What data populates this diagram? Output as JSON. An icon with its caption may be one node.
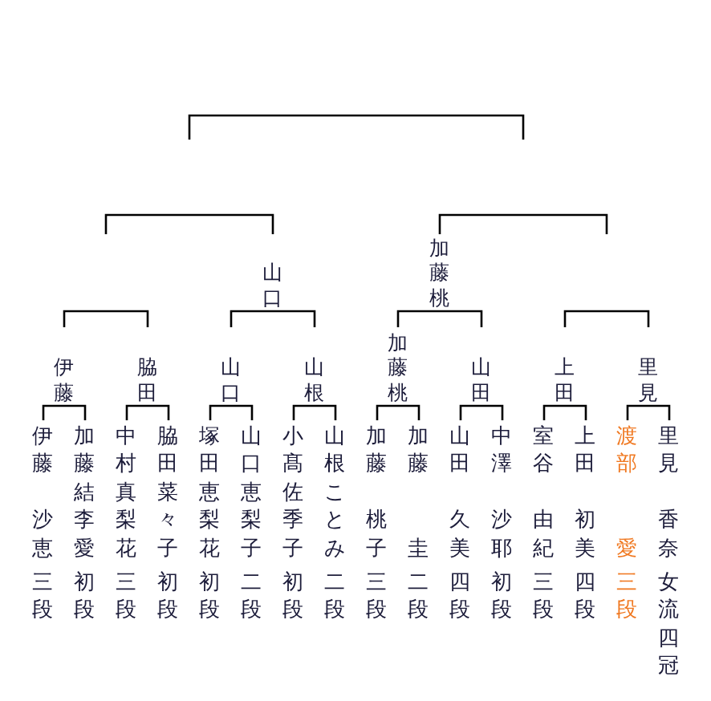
{
  "diagram": {
    "nodes": [
      {
        "text": [
          "山口"
        ]
      },
      {
        "text": [
          "加藤桃"
        ]
      },
      {
        "text": [
          "伊藤"
        ]
      },
      {
        "text": [
          "脇田"
        ]
      },
      {
        "text": [
          "山口"
        ]
      },
      {
        "text": [
          "山根"
        ]
      },
      {
        "text": [
          "加藤桃"
        ]
      },
      {
        "text": [
          "山田"
        ]
      },
      {
        "text": [
          "上田"
        ]
      },
      {
        "text": [
          "里見"
        ]
      },
      {
        "text": [
          "伊藤",
          "沙恵",
          "三段"
        ]
      },
      {
        "text": [
          "加藤",
          "結李愛",
          "初段"
        ]
      },
      {
        "text": [
          "中村",
          "真梨花",
          "三段"
        ]
      },
      {
        "text": [
          "脇田",
          "菜々子",
          "初段"
        ]
      },
      {
        "text": [
          "塚田",
          "恵梨花",
          "初段"
        ]
      },
      {
        "text": [
          "山口",
          "恵梨子",
          "二段"
        ]
      },
      {
        "text": [
          "小髙",
          "佐季子",
          "初段"
        ]
      },
      {
        "text": [
          "山根",
          "ことみ",
          "二段"
        ]
      },
      {
        "text": [
          "加藤",
          "桃子",
          "三段"
        ]
      },
      {
        "text": [
          "加藤",
          "圭",
          "二段"
        ]
      },
      {
        "text": [
          "山田",
          "久美",
          "四段"
        ]
      },
      {
        "text": [
          "中澤",
          "沙耶",
          "初段"
        ]
      },
      {
        "text": [
          "室谷",
          "由紀",
          "三段"
        ]
      },
      {
        "text": [
          "上田",
          "初美",
          "四段"
        ]
      },
      {
        "text": [
          "渡部",
          "愛",
          "三段"
        ]
      },
      {
        "text": [
          "里見",
          "香奈",
          "女流四冠"
        ]
      }
    ],
    "edges": [
      {
        "from": 10,
        "to": 2,
        "arrow": "none"
      },
      {
        "from": 11,
        "to": 2,
        "arrow": "none"
      },
      {
        "from": 12,
        "to": 3,
        "arrow": "none"
      },
      {
        "from": 13,
        "to": 3,
        "arrow": "none"
      },
      {
        "from": 14,
        "to": 4,
        "arrow": "none"
      },
      {
        "from": 15,
        "to": 4,
        "arrow": "none"
      },
      {
        "from": 16,
        "to": 5,
        "arrow": "none"
      },
      {
        "from": 17,
        "to": 5,
        "arrow": "none"
      },
      {
        "from": 18,
        "to": 6,
        "arrow": "none"
      },
      {
        "from": 19,
        "to": 6,
        "arrow": "none"
      },
      {
        "from": 20,
        "to": 7,
        "arrow": "none"
      },
      {
        "from": 21,
        "to": 7,
        "arrow": "none"
      },
      {
        "from": 22,
        "to": 8,
        "arrow": "none"
      },
      {
        "from": 23,
        "to": 8,
        "arrow": "none"
      },
      {
        "from": 24,
        "to": 9,
        "arrow": "none"
      },
      {
        "from": 25,
        "to": 9,
        "arrow": "none"
      },
      {
        "from": 2,
        "to": null,
        "arrow": "none"
      },
      {
        "from": 3,
        "to": null,
        "arrow": "none"
      },
      {
        "from": 4,
        "to": 0,
        "arrow": "none"
      },
      {
        "from": 5,
        "to": 0,
        "arrow": "none"
      },
      {
        "from": 6,
        "to": 1,
        "arrow": "none"
      },
      {
        "from": 7,
        "to": 1,
        "arrow": "none"
      },
      {
        "from": 8,
        "to": null,
        "arrow": "none"
      },
      {
        "from": 9,
        "to": null,
        "arrow": "none"
      }
    ]
  }
}
